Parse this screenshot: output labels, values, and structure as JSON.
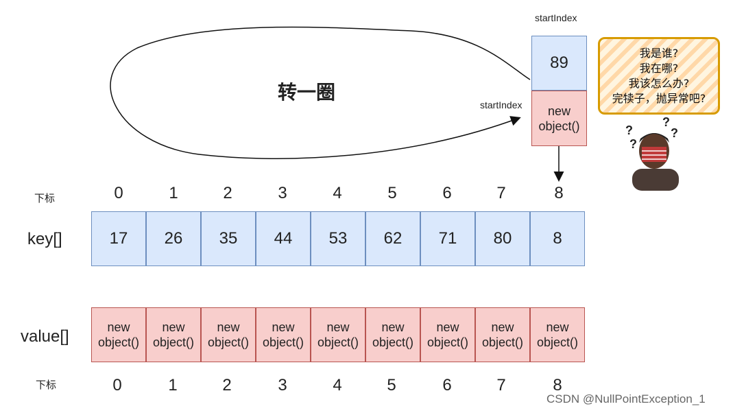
{
  "loop_label": "转一圈",
  "start_index_top": "startIndex",
  "start_index_mid": "startIndex",
  "top_key": "89",
  "top_value": "new\nobject()",
  "bubble_text": "我是谁?\n我在哪?\n我该怎么办?\n完犊子，抛异常吧?",
  "index_label_top": "下标",
  "index_label_bottom": "下标",
  "key_row_label": "key[]",
  "value_row_label": "value[]",
  "indices": [
    "0",
    "1",
    "2",
    "3",
    "4",
    "5",
    "6",
    "7",
    "8"
  ],
  "keys": [
    "17",
    "26",
    "35",
    "44",
    "53",
    "62",
    "71",
    "80",
    "8"
  ],
  "values": [
    "new\nobject()",
    "new\nobject()",
    "new\nobject()",
    "new\nobject()",
    "new\nobject()",
    "new\nobject()",
    "new\nobject()",
    "new\nobject()",
    "new\nobject()"
  ],
  "watermark": "CSDN @NullPointException_1",
  "character_icon": "confused-man-icon",
  "question_marks": [
    "?",
    "?",
    "?",
    "?"
  ],
  "colors": {
    "key_fill": "#dae8fc",
    "key_border": "#6c8ebf",
    "value_fill": "#f8cecc",
    "value_border": "#b85450",
    "bubble_border": "#d79b00"
  }
}
